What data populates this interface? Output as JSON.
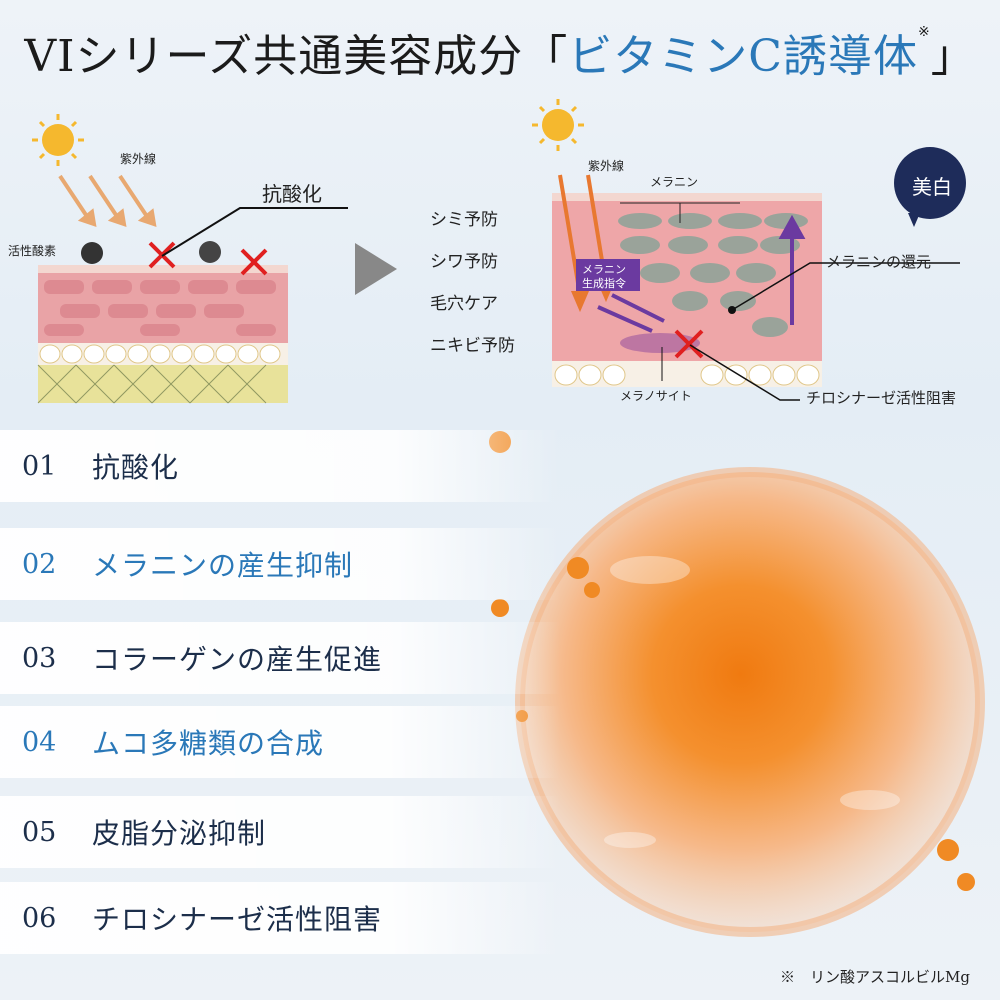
{
  "title": {
    "main": "VIシリーズ共通美容成分「",
    "accent": "ビタミンC誘導体",
    "mark": "※",
    "close": "」"
  },
  "diagram_left": {
    "uv_label": "紫外線",
    "ros_label": "活性酸素",
    "antioxidant_label": "抗酸化"
  },
  "diagram_right": {
    "uv_label": "紫外線",
    "melanin_label": "メラニン",
    "whitening_badge": "美白",
    "effects": [
      "シミ予防",
      "シワ予防",
      "毛穴ケア",
      "ニキビ予防"
    ],
    "command_label_1": "メラニン",
    "command_label_2": "生成指令",
    "reduction_label": "メラニンの還元",
    "melanocyte_label": "メラノサイト",
    "tyrosinase_label": "チロシナーゼ活性阻害"
  },
  "benefits": [
    {
      "num": "01",
      "text": "抗酸化",
      "color": "#1c2e4a"
    },
    {
      "num": "02",
      "text": "メラニンの産生抑制",
      "color": "#2a78b8"
    },
    {
      "num": "03",
      "text": "コラーゲンの産生促進",
      "color": "#1c2e4a"
    },
    {
      "num": "04",
      "text": "ムコ多糖類の合成",
      "color": "#2a78b8"
    },
    {
      "num": "05",
      "text": "皮脂分泌抑制",
      "color": "#1c2e4a"
    },
    {
      "num": "06",
      "text": "チロシナーゼ活性阻害",
      "color": "#1c2e4a"
    }
  ],
  "footnote": "※　リン酸アスコルビルMg",
  "colors": {
    "accent": "#2a78b8",
    "dark": "#1c2e4a",
    "orange": "#f08a24",
    "purple": "#6b3aa0",
    "red": "#e02020"
  }
}
